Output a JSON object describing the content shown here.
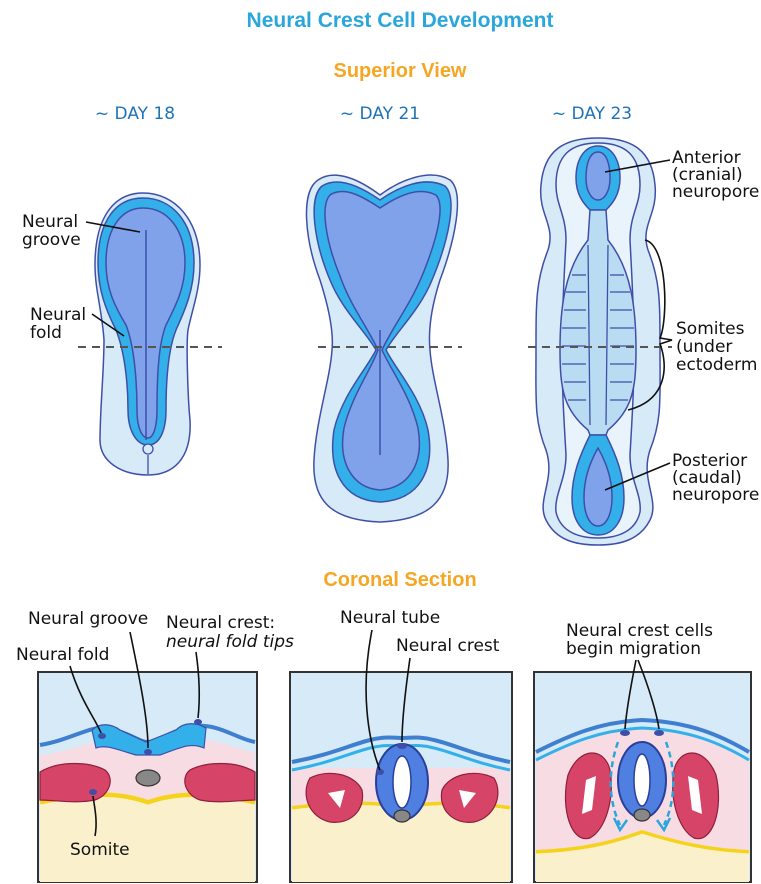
{
  "title": "Neural Crest Cell Development",
  "superior_view": {
    "heading": "Superior View",
    "days": [
      "~ DAY 18",
      "~ DAY 21",
      "~ DAY 23"
    ],
    "labels": {
      "neural_groove": [
        "Neural",
        "groove"
      ],
      "neural_fold": [
        "Neural",
        "fold"
      ],
      "anterior": [
        "Anterior",
        "(cranial)",
        "neuropore"
      ],
      "somites": [
        "Somites",
        "(under",
        "ectoderm"
      ],
      "posterior": [
        "Posterior",
        "(caudal)",
        "neuropore"
      ]
    }
  },
  "coronal_section": {
    "heading": "Coronal Section",
    "labels": {
      "neural_groove": "Neural groove",
      "neural_fold": "Neural fold",
      "neural_crest_tips_1": "Neural crest:",
      "neural_crest_tips_2": "neural fold tips",
      "somite": "Somite",
      "neural_tube": "Neural tube",
      "neural_crest": "Neural crest",
      "migration_1": "Neural crest cells",
      "migration_2": "begin migration"
    }
  },
  "colors": {
    "title": "#2aa6dc",
    "heading": "#f5a623",
    "ectoderm_light": "#d6eaf8",
    "neural_bright": "#33b0ea",
    "neural_plate": "#7fa2ea",
    "outline": "#3f4fa8",
    "somite": "#d64567",
    "mesoderm": "#f7dde3",
    "yolk": "#faf1cc",
    "endoderm_line": "#f5d21b",
    "notochord": "#888888"
  }
}
